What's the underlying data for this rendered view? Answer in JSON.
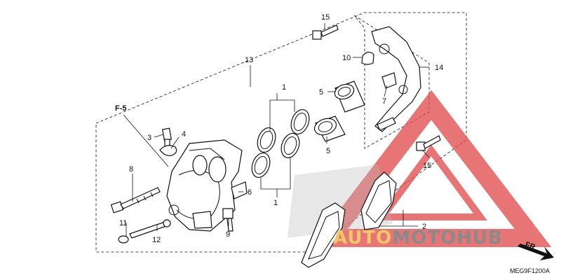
{
  "diagram_code": "MEG9F1200A",
  "reference_label": "F-5",
  "direction_label": "FR.",
  "watermark": {
    "part1": "AUTO",
    "part2": "MOTO",
    "part3": "HUB"
  },
  "callouts": {
    "c1a": "1",
    "c1b": "1",
    "c2": "2",
    "c3": "3",
    "c4": "4",
    "c5a": "5",
    "c5b": "5",
    "c6": "6",
    "c7": "7",
    "c8": "8",
    "c9": "9",
    "c10": "10",
    "c11": "11",
    "c12": "12",
    "c13": "13",
    "c14": "14",
    "c15a": "15",
    "c15b": "15"
  },
  "colors": {
    "watermark_red": "#e04848",
    "watermark_gold": "#f2c76b",
    "watermark_gray": "#8a8a8a",
    "line": "#111111"
  }
}
